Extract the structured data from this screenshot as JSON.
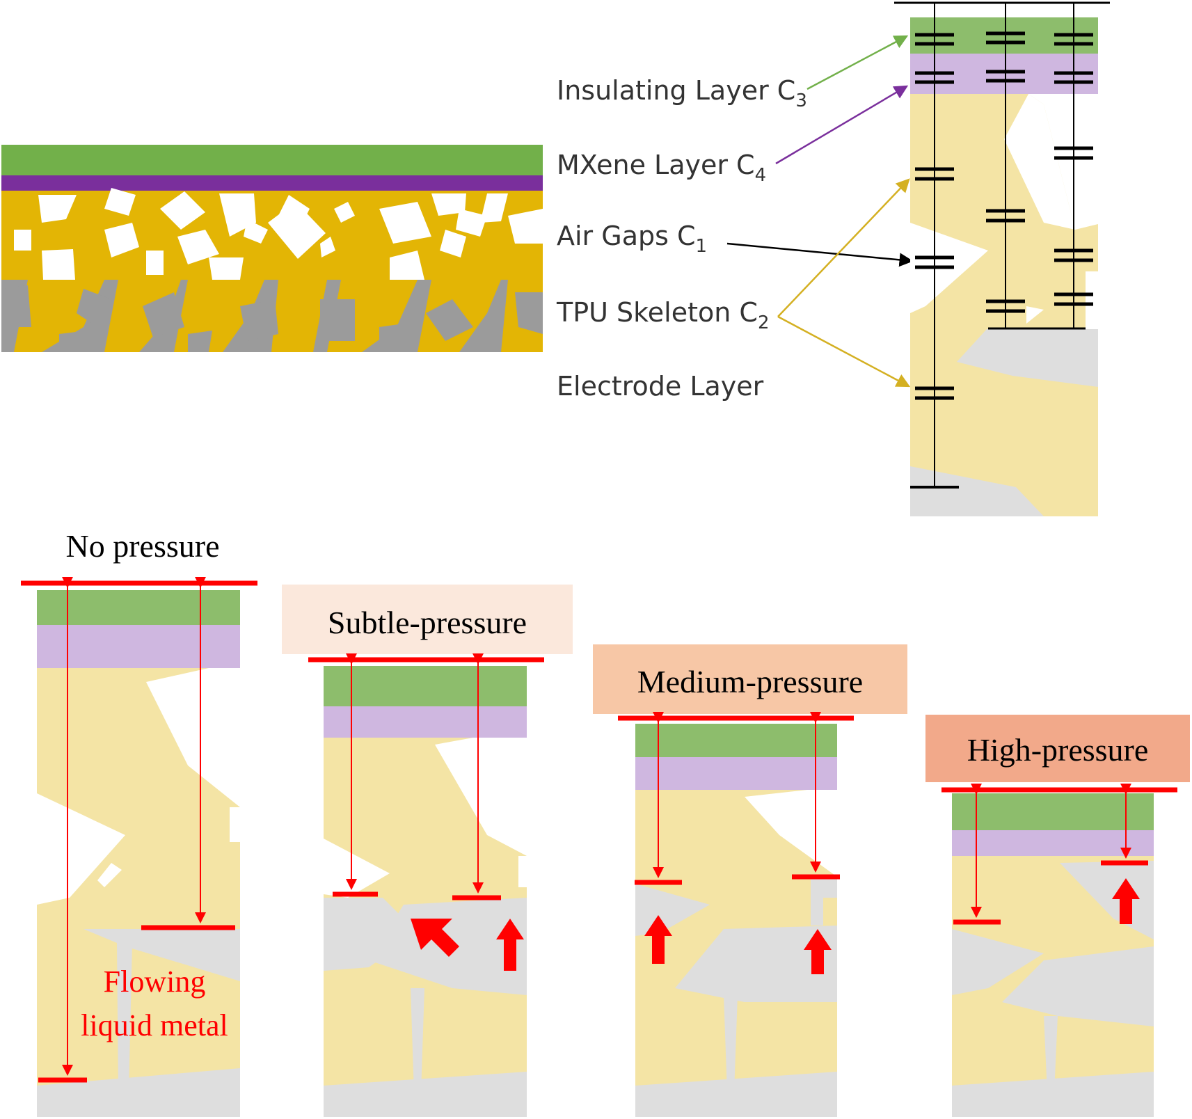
{
  "colors": {
    "insulating_green": "#72b04a",
    "mxene_purple": "#7a2f9c",
    "tpu_gold": "#e3b505",
    "electrode_gray": "#9b9b9b",
    "light_green": "#8dbd6c",
    "light_purple": "#cfb7e0",
    "light_tpu": "#f4e4a5",
    "light_metal": "#dedede",
    "indicator_red": "#ff0000",
    "subtle_bg": "#fbe8dc",
    "medium_bg": "#f7c7a6",
    "high_bg": "#f2a98a",
    "green_arrow": "#72b04a",
    "purple_arrow": "#7a2f9c",
    "gold_arrow": "#d4b022"
  },
  "layer_labels": {
    "insulating": {
      "text": "Insulating Layer C",
      "sub": "3"
    },
    "mxene": {
      "text": "MXene Layer C",
      "sub": "4"
    },
    "air_gaps": {
      "text": "Air Gaps C",
      "sub": "1"
    },
    "tpu": {
      "text": "TPU Skeleton C",
      "sub": "2"
    },
    "electrode": {
      "text": "Electrode Layer"
    }
  },
  "stages": {
    "no_pressure": "No pressure",
    "subtle": "Subtle-pressure",
    "medium": "Medium-pressure",
    "high": "High-pressure"
  },
  "flowing_label": [
    "Flowing",
    "liquid metal"
  ]
}
